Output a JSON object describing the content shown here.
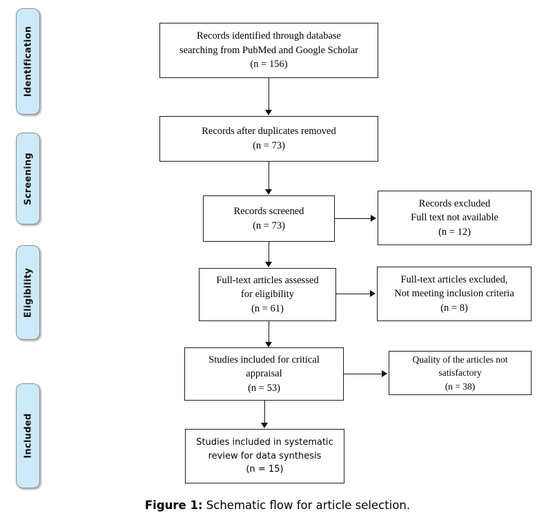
{
  "figure": {
    "caption_label": "Figure 1:",
    "caption_text": " Schematic flow for article selection."
  },
  "colors": {
    "stage_fill": "#cceafb",
    "stage_border": "#8c8c8c",
    "box_border": "#1b1b1b",
    "connector": "#111111",
    "page_background": "#ffffff"
  },
  "stages": [
    {
      "label": "Identification"
    },
    {
      "label": "Screening"
    },
    {
      "label": "Eligibility"
    },
    {
      "label": "Included"
    }
  ],
  "chart_data": {
    "type": "diagram",
    "title": "Schematic flow for article selection.",
    "diagram_kind": "PRISMA flow diagram",
    "stages": [
      "Identification",
      "Screening",
      "Eligibility",
      "Included"
    ],
    "nodes": [
      {
        "id": "identified",
        "stage": "Identification",
        "text": "Records identified through database searching from PubMed and Google Scholar (n = 156)",
        "n": 156
      },
      {
        "id": "after_duplicates",
        "stage": "Identification",
        "text": "Records after duplicates removed (n = 73)",
        "n": 73
      },
      {
        "id": "screened",
        "stage": "Screening",
        "text": "Records screened (n = 73)",
        "n": 73
      },
      {
        "id": "excluded_fulltext_unavailable",
        "stage": "Screening",
        "text": "Records excluded Full text not available (n = 12)",
        "n": 12
      },
      {
        "id": "fulltext_assessed",
        "stage": "Eligibility",
        "text": "Full-text articles assessed for eligibility (n = 61)",
        "n": 61
      },
      {
        "id": "fulltext_excluded",
        "stage": "Eligibility",
        "text": "Full-text articles excluded, Not meeting inclusion criteria (n = 8)",
        "n": 8
      },
      {
        "id": "critical_appraisal",
        "stage": "Included",
        "text": "Studies included for critical appraisal (n = 53)",
        "n": 53
      },
      {
        "id": "quality_unsatisfactory",
        "stage": "Included",
        "text": "Quality of the articles not satisfactory (n = 38)",
        "n": 38
      },
      {
        "id": "final_included",
        "stage": "Included",
        "text": "Studies included in systematic review for data synthesis (n = 15)",
        "n": 15
      }
    ],
    "edges": [
      {
        "from": "identified",
        "to": "after_duplicates",
        "direction": "down"
      },
      {
        "from": "after_duplicates",
        "to": "screened",
        "direction": "down"
      },
      {
        "from": "screened",
        "to": "excluded_fulltext_unavailable",
        "direction": "right"
      },
      {
        "from": "screened",
        "to": "fulltext_assessed",
        "direction": "down"
      },
      {
        "from": "fulltext_assessed",
        "to": "fulltext_excluded",
        "direction": "right"
      },
      {
        "from": "fulltext_assessed",
        "to": "critical_appraisal",
        "direction": "down"
      },
      {
        "from": "critical_appraisal",
        "to": "quality_unsatisfactory",
        "direction": "right"
      },
      {
        "from": "critical_appraisal",
        "to": "final_included",
        "direction": "down"
      }
    ]
  },
  "boxes": {
    "identified": "Records identified through database\nsearching from PubMed and Google Scholar\n(n = 156)",
    "after_duplicates": "Records after duplicates removed\n(n = 73)",
    "screened": "Records screened\n(n = 73)",
    "excluded_fulltext_unavailable": "Records excluded\nFull text not available\n(n = 12)",
    "fulltext_assessed": "Full-text articles assessed\nfor eligibility\n(n = 61)",
    "fulltext_excluded": "Full-text articles excluded,\nNot meeting inclusion criteria\n(n = 8)",
    "critical_appraisal": "Studies included for critical\nappraisal\n(n = 53)",
    "quality_unsatisfactory": "Quality of the articles not\nsatisfactory\n(n = 38)",
    "final_included": "Studies included in systematic\nreview for data synthesis\n(n = 15)"
  }
}
